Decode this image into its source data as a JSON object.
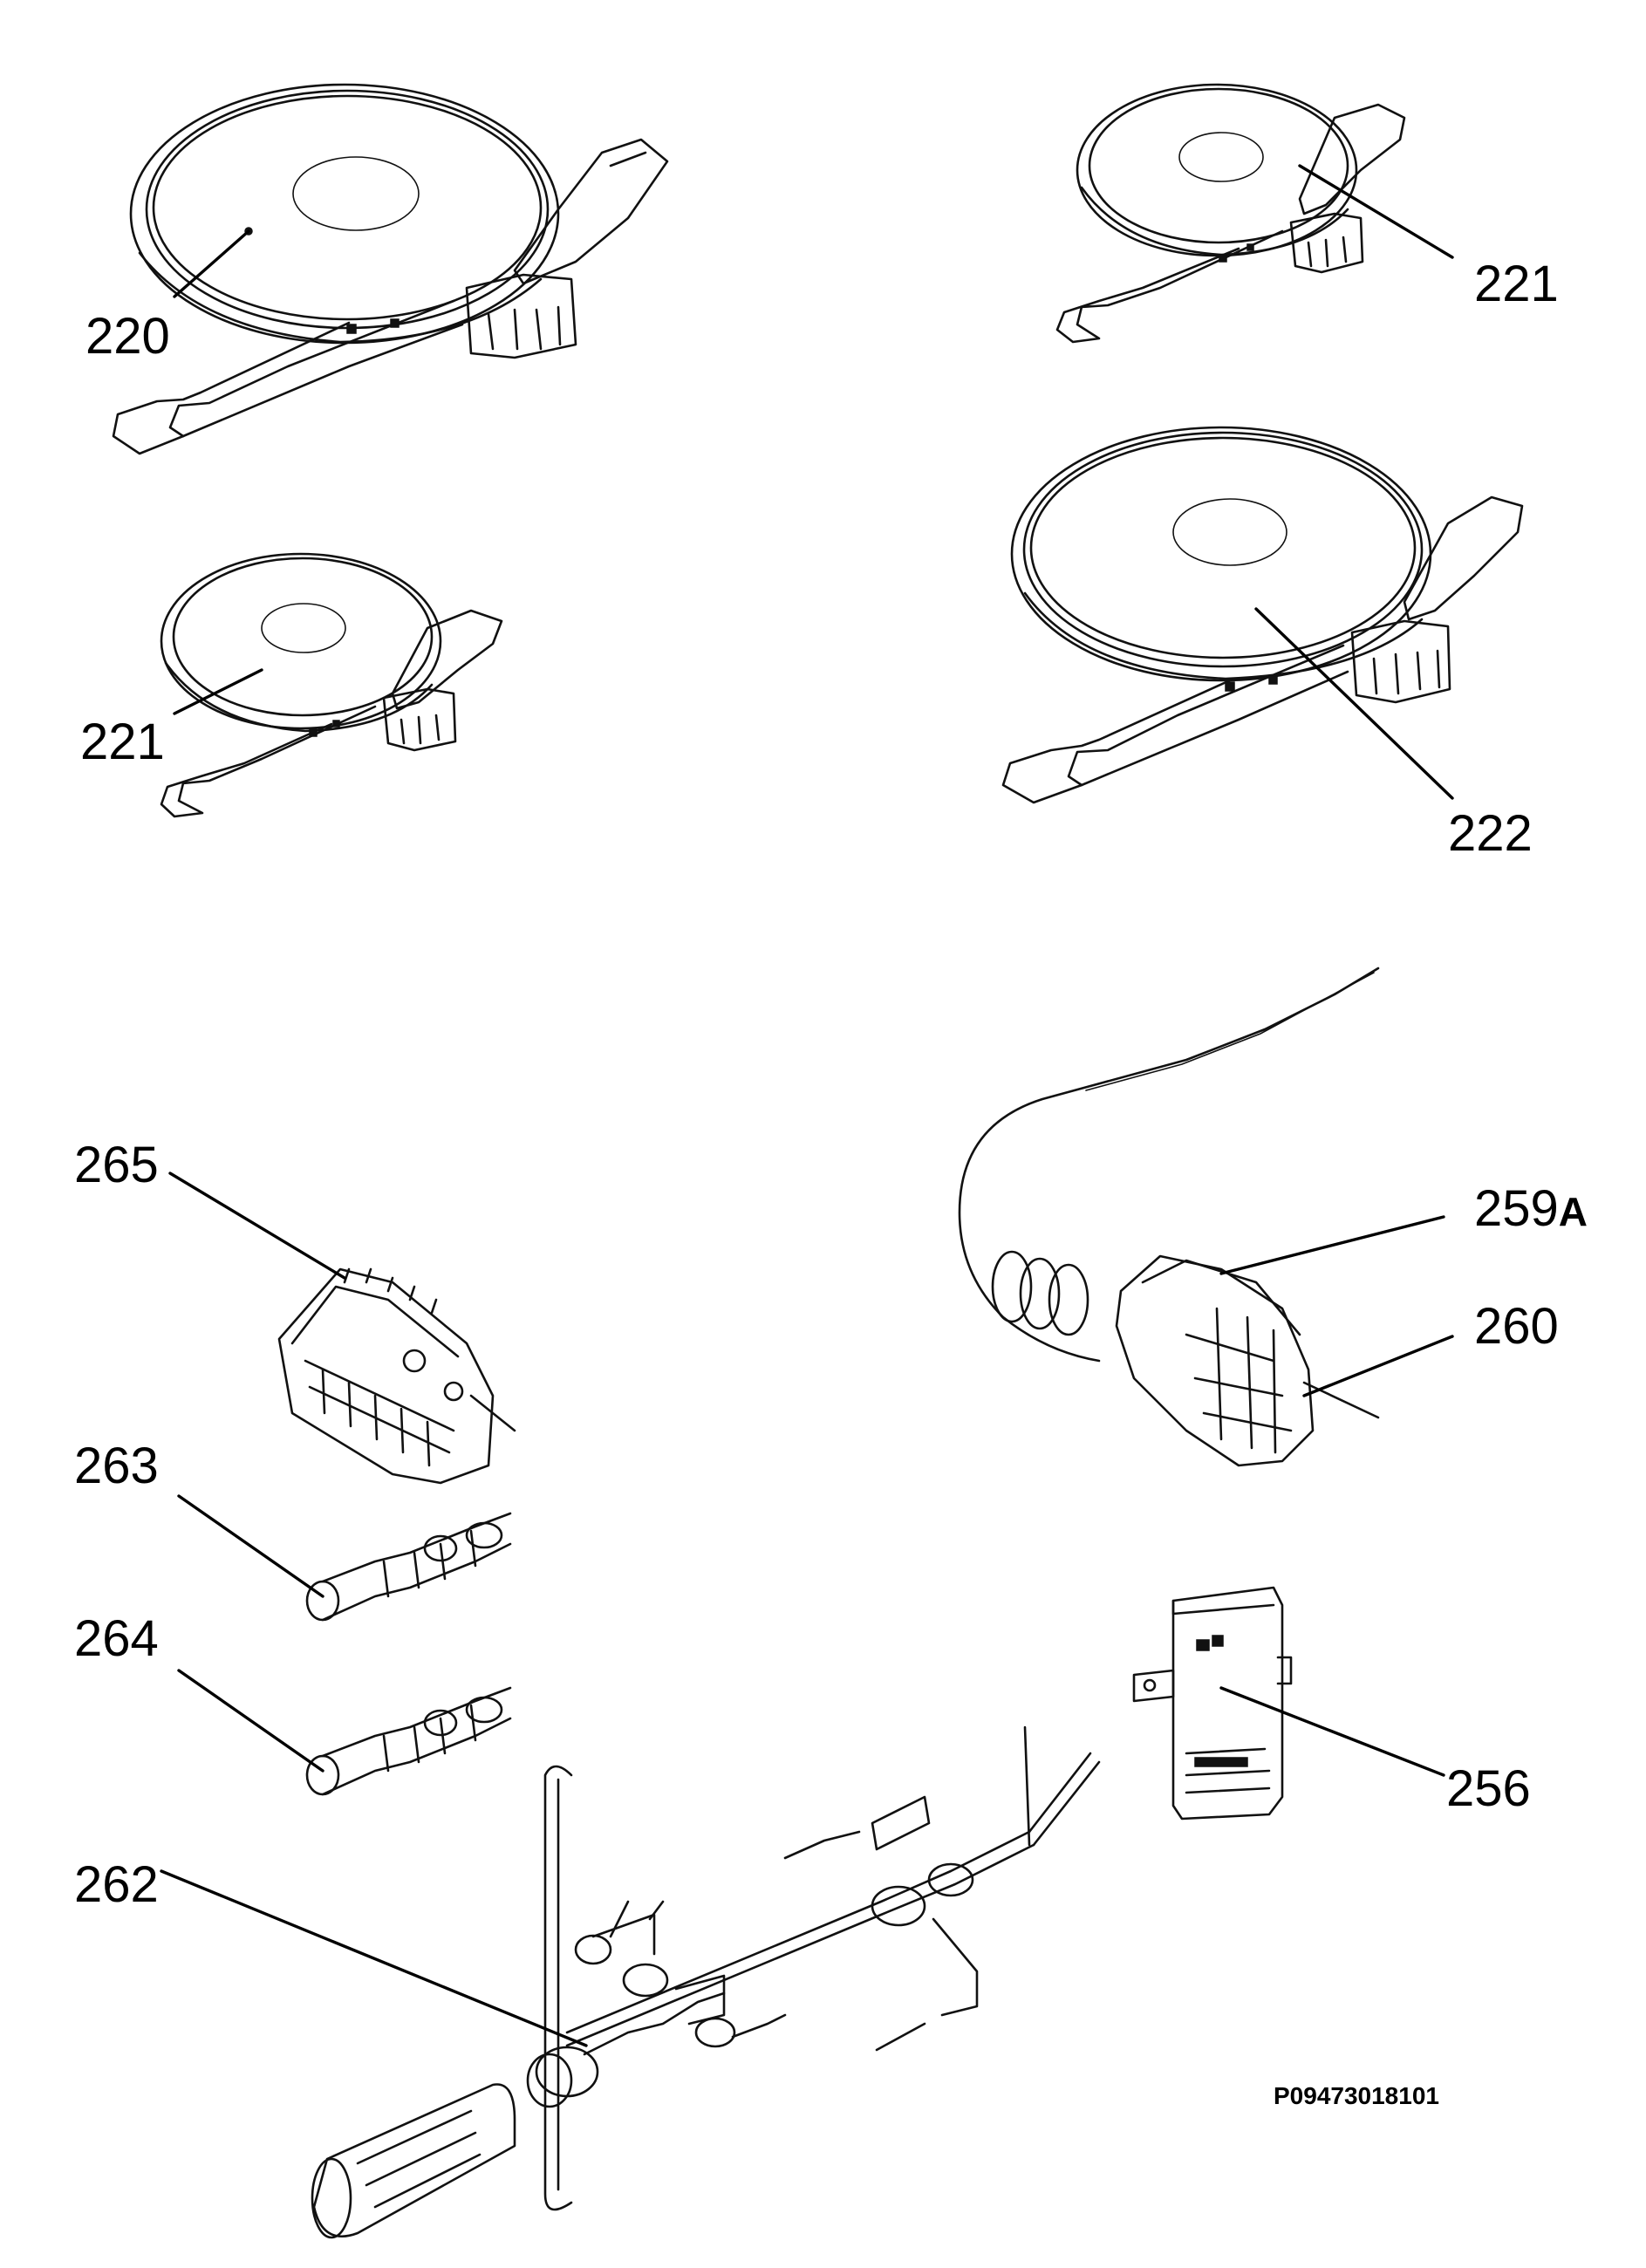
{
  "callouts": {
    "c220": "220",
    "c221a": "221",
    "c221b": "221",
    "c222": "222",
    "c265": "265",
    "c259_num": "259",
    "c259_suffix": "A",
    "c260": "260",
    "c263": "263",
    "c264": "264",
    "c256": "256",
    "c262": "262"
  },
  "document_id": "P09473018101"
}
